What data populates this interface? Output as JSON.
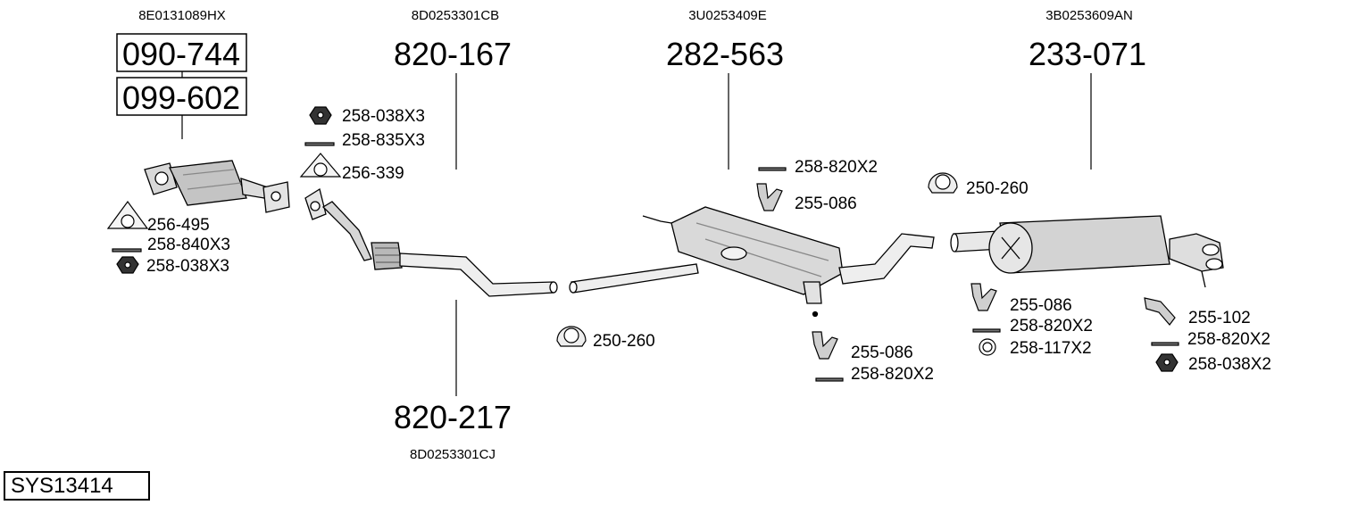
{
  "system_id": "SYS13414",
  "oem_numbers": {
    "cat": "8E0131089HX",
    "front_pipe": "8D0253301CB",
    "rear_pipe": "8D0253301CJ",
    "middle": "3U0253409E",
    "rear": "3B0253609AN"
  },
  "part_numbers": {
    "cat_a": "090-744",
    "cat_b": "099-602",
    "front_pipe": "820-167",
    "rear_pipe": "820-217",
    "middle": "282-563",
    "rear": "233-071"
  },
  "labels": {
    "l1": "256-495",
    "l2": "258-840X3",
    "l3": "258-038X3",
    "l4": "258-038X3",
    "l5": "258-835X3",
    "l6": "256-339",
    "l7": "250-260",
    "l8": "258-820X2",
    "l9": "255-086",
    "l10": "255-086",
    "l11": "258-820X2",
    "l12": "250-260",
    "l13": "255-086",
    "l14": "258-820X2",
    "l15": "258-117X2",
    "l16": "255-102",
    "l17": "258-820X2",
    "l18": "258-038X2"
  }
}
